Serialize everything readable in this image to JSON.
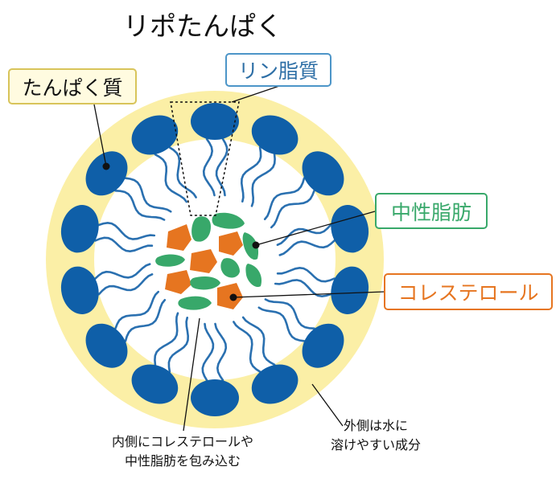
{
  "title": "リポたんぱく",
  "labels": {
    "protein": "たんぱく質",
    "phospholipid": "リン脂質",
    "triglyceride": "中性脂肪",
    "cholesterol": "コレステロール"
  },
  "notes": {
    "inner_line1": "内側にコレステロールや",
    "inner_line2": "中性脂肪を包み込む",
    "outer_line1": "外側は水に",
    "outer_line2": "溶けやすい成分"
  },
  "colors": {
    "protein_ring": "#fbefa6",
    "phospholipid_head": "#0f5fa8",
    "phospholipid_tail": "#2a70b0",
    "triglyceride": "#38a86a",
    "cholesterol": "#e67520",
    "protein_box_bg": "#fffbe0",
    "protein_box_border": "#d8c45a",
    "phospholipid_box_border": "#4c95c8",
    "triglyceride_box_border": "#38a86a",
    "cholesterol_box_border": "#e67520"
  }
}
